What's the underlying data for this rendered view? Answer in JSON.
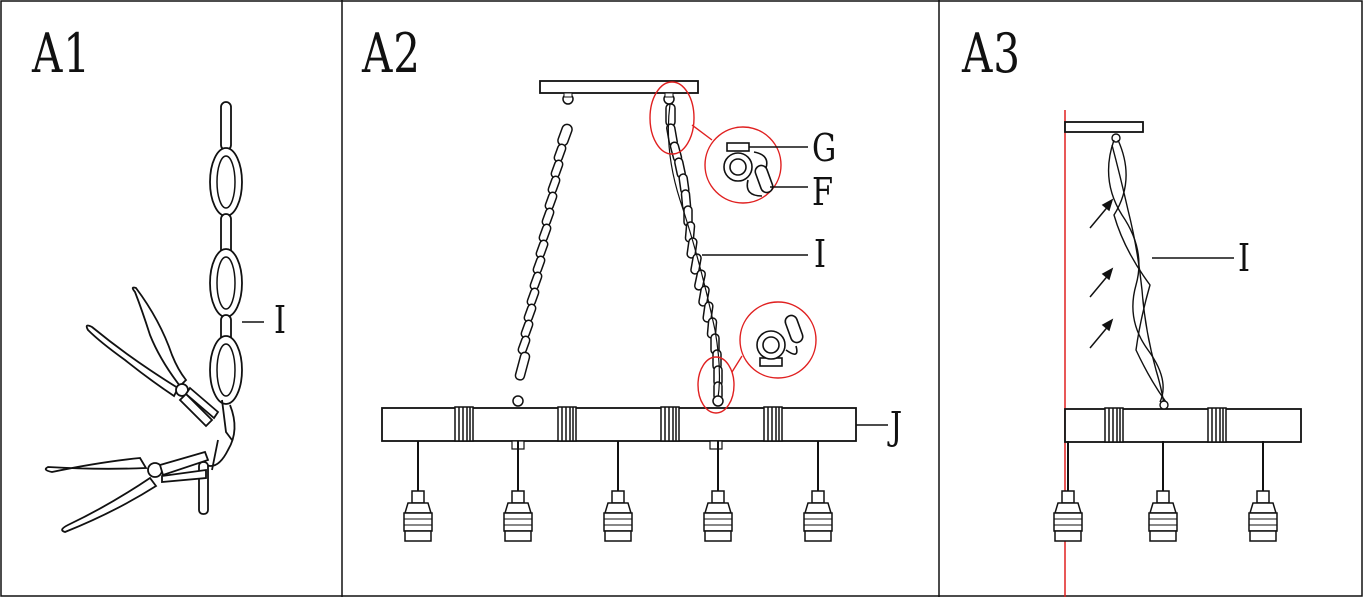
{
  "panels": [
    {
      "title": "A1",
      "callouts": [
        "I"
      ]
    },
    {
      "title": "A2",
      "callouts": [
        "G",
        "F",
        "I",
        "J"
      ]
    },
    {
      "title": "A3",
      "callouts": [
        "I"
      ]
    }
  ],
  "colors": {
    "line": "#111111",
    "highlight": "#e02020"
  },
  "icons": [
    "pliers-icon",
    "chain-icon",
    "ceiling-canopy-icon",
    "wooden-beam-icon",
    "lamp-socket-icon",
    "hook-icon",
    "carabiner-icon",
    "up-arrow-icon"
  ]
}
